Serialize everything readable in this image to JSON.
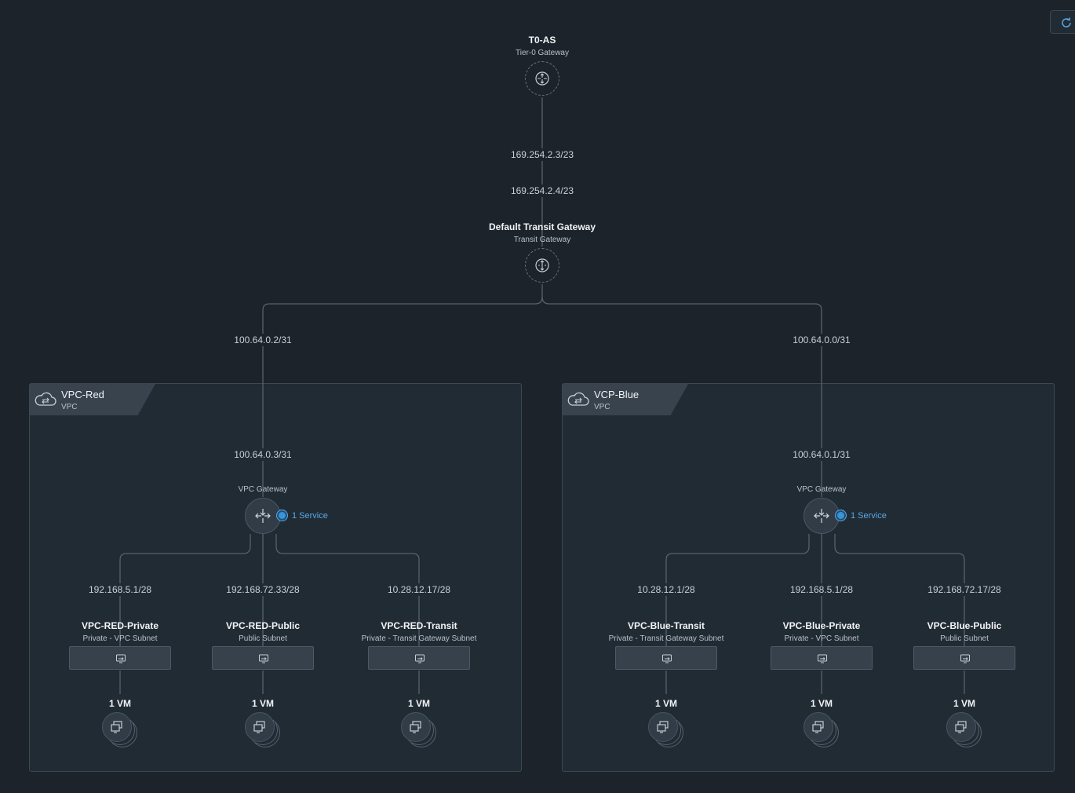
{
  "toolbar": {
    "refresh_icon": "refresh-icon"
  },
  "tier0": {
    "name": "T0-AS",
    "type": "Tier-0 Gateway",
    "uplink_ip": "169.254.2.3/23"
  },
  "transit": {
    "name": "Default Transit Gateway",
    "type": "Transit Gateway",
    "ip": "169.254.2.4/23"
  },
  "vpcs": [
    {
      "name": "VPC-Red",
      "type": "VPC",
      "transit_ip": "100.64.0.2/31",
      "gateway_ip": "100.64.0.3/31",
      "gateway_label": "VPC Gateway",
      "service": "1 Service",
      "subnets": [
        {
          "ip": "192.168.5.1/28",
          "name": "VPC-RED-Private",
          "type": "Private - VPC Subnet",
          "vms": "1 VM"
        },
        {
          "ip": "192.168.72.33/28",
          "name": "VPC-RED-Public",
          "type": "Public Subnet",
          "vms": "1 VM"
        },
        {
          "ip": "10.28.12.17/28",
          "name": "VPC-RED-Transit",
          "type": "Private - Transit Gateway Subnet",
          "vms": "1 VM"
        }
      ]
    },
    {
      "name": "VCP-Blue",
      "type": "VPC",
      "transit_ip": "100.64.0.0/31",
      "gateway_ip": "100.64.0.1/31",
      "gateway_label": "VPC Gateway",
      "service": "1 Service",
      "subnets": [
        {
          "ip": "10.28.12.1/28",
          "name": "VPC-Blue-Transit",
          "type": "Private - Transit Gateway Subnet",
          "vms": "1 VM"
        },
        {
          "ip": "192.168.5.1/28",
          "name": "VPC-Blue-Private",
          "type": "Private - VPC Subnet",
          "vms": "1 VM"
        },
        {
          "ip": "192.168.72.17/28",
          "name": "VPC-Blue-Public",
          "type": "Public Subnet",
          "vms": "1 VM"
        }
      ]
    }
  ]
}
